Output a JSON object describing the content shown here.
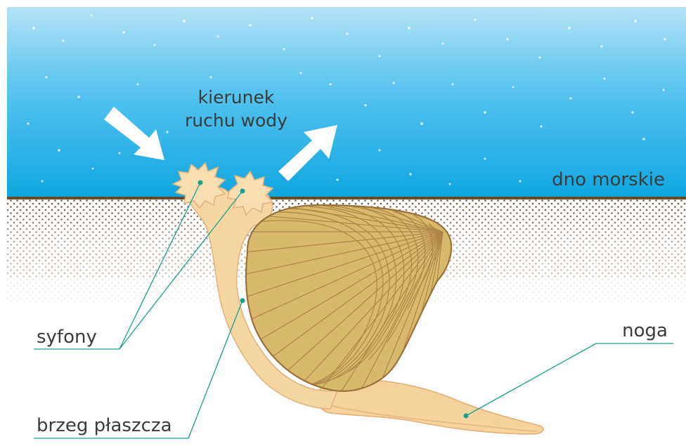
{
  "labels": {
    "water_direction_line1": "kierunek",
    "water_direction_line2": "ruchu wody",
    "sea_floor": "dno morskie",
    "siphons": "syfony",
    "foot": "noga",
    "mantle_edge": "brzeg płaszcza"
  },
  "colors": {
    "water_top": "#a9dcf5",
    "water_bottom": "#10a8e2",
    "sediment_line": "#6b4a2a",
    "sediment_dots": "#7a5a3a",
    "shell_fill": "#d7b86a",
    "shell_lines": "#a4783e",
    "body_fill": "#f6d7a2",
    "body_stroke": "#e2b27a",
    "leader_line": "#1a9f8f",
    "arrow_fill": "#ffffff"
  }
}
